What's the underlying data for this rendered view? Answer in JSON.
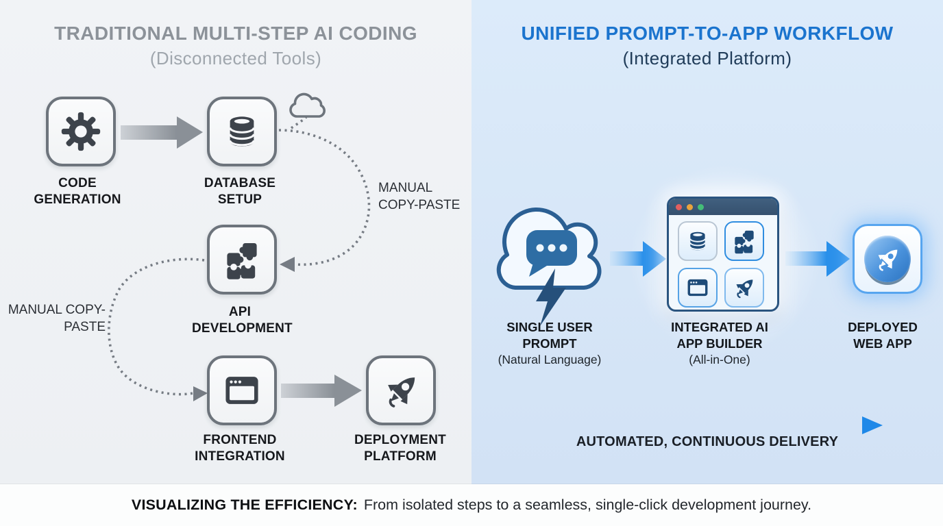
{
  "left_panel": {
    "title": "TRADITIONAL MULTI-STEP AI CODING",
    "subtitle": "(Disconnected Tools)",
    "nodes": [
      {
        "id": "code-generation",
        "label": "CODE GENERATION",
        "icon": "gear-icon"
      },
      {
        "id": "database-setup",
        "label": "DATABASE SETUP",
        "icon": "database-icon"
      },
      {
        "id": "api-development",
        "label": "API DEVELOPMENT",
        "icon": "puzzle-icon"
      },
      {
        "id": "frontend-integration",
        "label": "FRONTEND INTEGRATION",
        "icon": "browser-window-icon"
      },
      {
        "id": "deployment-platform",
        "label": "DEPLOYMENT PLATFORM",
        "icon": "rocket-icon"
      }
    ],
    "annotations": [
      {
        "id": "manual-copy-paste-right",
        "text": "MANUAL COPY-PASTE"
      },
      {
        "id": "manual-copy-paste-left",
        "text": "MANUAL COPY-PASTE"
      }
    ]
  },
  "right_panel": {
    "title": "UNIFIED PROMPT-TO-APP WORKFLOW",
    "subtitle": "(Integrated Platform)",
    "steps": [
      {
        "label": "SINGLE USER PROMPT",
        "sublabel": "(Natural Language)",
        "icon": "prompt-cloud-icon"
      },
      {
        "label": "INTEGRATED AI APP BUILDER",
        "sublabel": "(All-in-One)",
        "icon": "app-builder-window"
      },
      {
        "label": "DEPLOYED WEB APP",
        "sublabel": "",
        "icon": "deployed-app-icon"
      }
    ],
    "builder_tiles": [
      "database-icon",
      "puzzle-icon",
      "browser-window-icon",
      "rocket-icon"
    ],
    "delivery_label": "AUTOMATED, CONTINUOUS DELIVERY"
  },
  "footer": {
    "lead": "VISUALIZING THE EFFICIENCY:",
    "text": "From isolated steps to a seamless, single-click development journey."
  },
  "colors": {
    "left_bg": "#eef0f3",
    "right_bg": "#d8e6f7",
    "accent_blue": "#1e88e8",
    "title_gray": "#8c9299",
    "title_blue": "#1b74ce",
    "icon_dark": "#3d434b",
    "icon_navy": "#1e4b78"
  }
}
